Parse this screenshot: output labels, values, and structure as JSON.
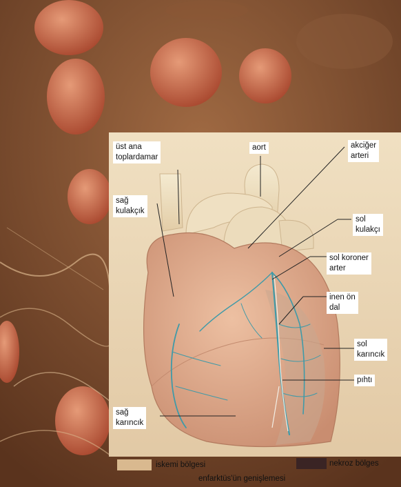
{
  "labels": {
    "ust_ana_toplardamar": "üst ana\ntoplardamar",
    "aort": "aort",
    "akciger_arteri": "akciğer\narteri",
    "sag_kulakcik": "sağ\nkulakçık",
    "sol_kulakcik": "sol\nkulakçı",
    "sol_koroner_arter": "sol koroner\narter",
    "inen_on_dal": "inen ön\ndal",
    "sol_karincik": "sol\nkarıncık",
    "pihti": "pıhtı",
    "sag_karincik": "sağ\nkarıncık"
  },
  "legend": {
    "iskemi": "iskemi bölgesi",
    "nekroz": "nekroz bölges",
    "caption": "enfarktüs'ün genişlemesi"
  },
  "colors": {
    "iskemi_swatch": "#d9b98f",
    "nekroz_swatch": "#3a2424",
    "vessel": "#3f9aa8",
    "heart": "#e2ad8f"
  }
}
